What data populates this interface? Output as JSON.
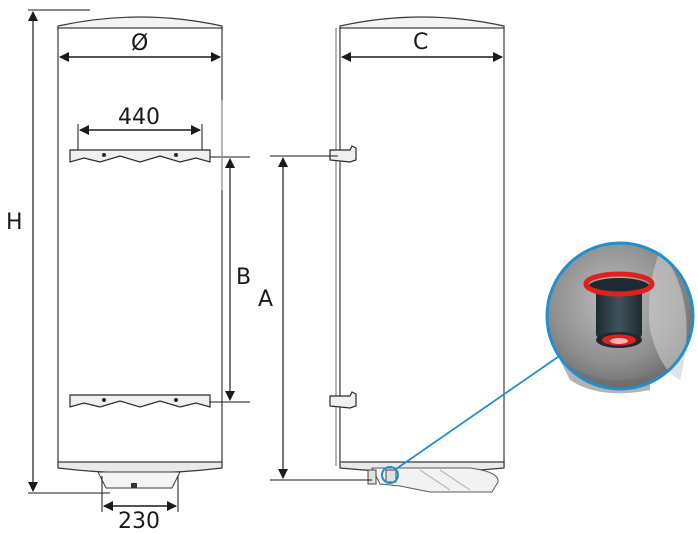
{
  "labels": {
    "height": "H",
    "diameter": "Ø",
    "bracket_width": "440",
    "bracket_spacing": "B",
    "mount_height": "A",
    "depth": "C",
    "bottom_width": "230"
  },
  "colors": {
    "line": "#1a1a1a",
    "tank_outline": "#3a3a3a",
    "callout": "#1e8fd0",
    "valve_red": "#e0201e",
    "valve_dark": "#2b3a42",
    "zoom_bg": "#8c8c8c"
  }
}
